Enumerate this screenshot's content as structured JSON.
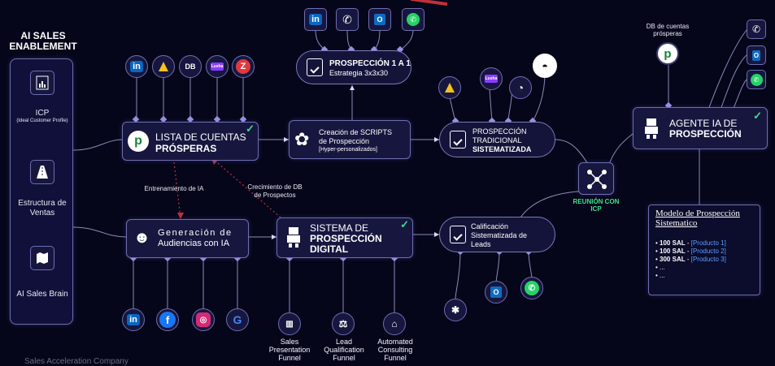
{
  "left_panel": {
    "title_line1": "AI SALES",
    "title_line2": "ENABLEMENT",
    "icp_title": "ICP",
    "icp_sub": "(Ideal Customer Profile)",
    "structure_label": "Estructura de Ventas",
    "brain_label": "AI Sales Brain"
  },
  "top_icons": {
    "row_left": [
      "in",
      "",
      "DB",
      "Lusha",
      "Z"
    ],
    "row_prosp": [
      "in",
      "",
      "",
      ""
    ]
  },
  "prosp_1a1": {
    "title": "PROSPECCIÓN 1 A 1",
    "sub": "Estrategia 3x3x30"
  },
  "lista": {
    "line1": "LISTA DE CUENTAS",
    "line2": "PRÓSPERAS"
  },
  "scripts": {
    "line1": "Creación de SCRIPTS",
    "line2": "de Prospección",
    "line3": "[Hyper-personalizados]"
  },
  "tradicional": {
    "line1": "PROSPECCIÓN",
    "line2": "TRADICIONAL",
    "line3": "SISTEMATIZADA"
  },
  "agente": {
    "line1": "AGENTE IA DE",
    "line2": "PROSPECCIÓN"
  },
  "db_cuentas": "DB de cuentas prósperas",
  "entrenamiento": "Entrenamiento de IA",
  "crecimiento": "Crecimiento de DB de Prospectos",
  "generacion": {
    "line1": "Generación de",
    "line2": "Audiencias con IA"
  },
  "sistema": {
    "line1": "SISTEMA DE",
    "line2": "PROSPECCIÓN",
    "line3": "DIGITAL"
  },
  "calificacion": {
    "line1": "Calificación",
    "line2": "Sistematizada de",
    "line3": "Leads"
  },
  "reunion": "REUNIÓN CON ICP",
  "funnels": [
    "Sales Presentation Funnel",
    "Lead Qualification Funnel",
    "Automated Consulting Funnel"
  ],
  "modelo": {
    "title": "Modelo de Prospección Sistematico",
    "items": [
      {
        "qty": "100 SAL",
        "product": "[Producto 1]"
      },
      {
        "qty": "100 SAL",
        "product": "[Producto 2]"
      },
      {
        "qty": "300 SAL",
        "product": "[Producto 3]"
      },
      {
        "qty": "...",
        "product": ""
      },
      {
        "qty": "...",
        "product": ""
      }
    ]
  },
  "footer": "Sales Acceleration Company",
  "colors": {
    "background": "#06061a",
    "node": "#16163f",
    "accent_green": "#3ee08a",
    "link_purple": "#8a7bd0",
    "dotted_red": "#c0303a"
  }
}
